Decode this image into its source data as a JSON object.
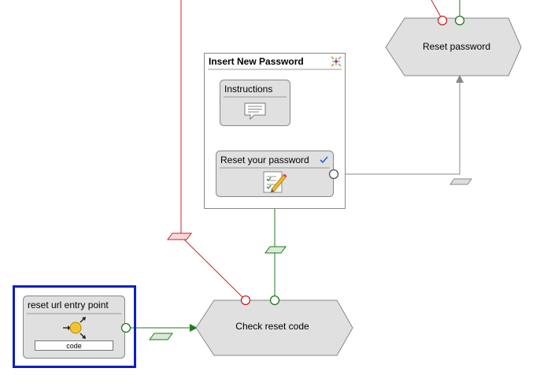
{
  "nodes": {
    "reset_password": {
      "label": "Reset password"
    },
    "check_reset_code": {
      "label": "Check reset code"
    },
    "insert_new_password": {
      "title": "Insert New Password",
      "instructions": {
        "label": "Instructions"
      },
      "reset_your_password": {
        "label": "Reset your password",
        "checked": true
      }
    },
    "entry_point": {
      "title": "reset url entry point",
      "param": "code"
    }
  },
  "colors": {
    "success": "#1f7a1f",
    "error": "#cc2222",
    "neutral": "#888888",
    "selection": "#0d1fbf",
    "node_fill": "#e0e0e0",
    "check": "#2266dd"
  }
}
